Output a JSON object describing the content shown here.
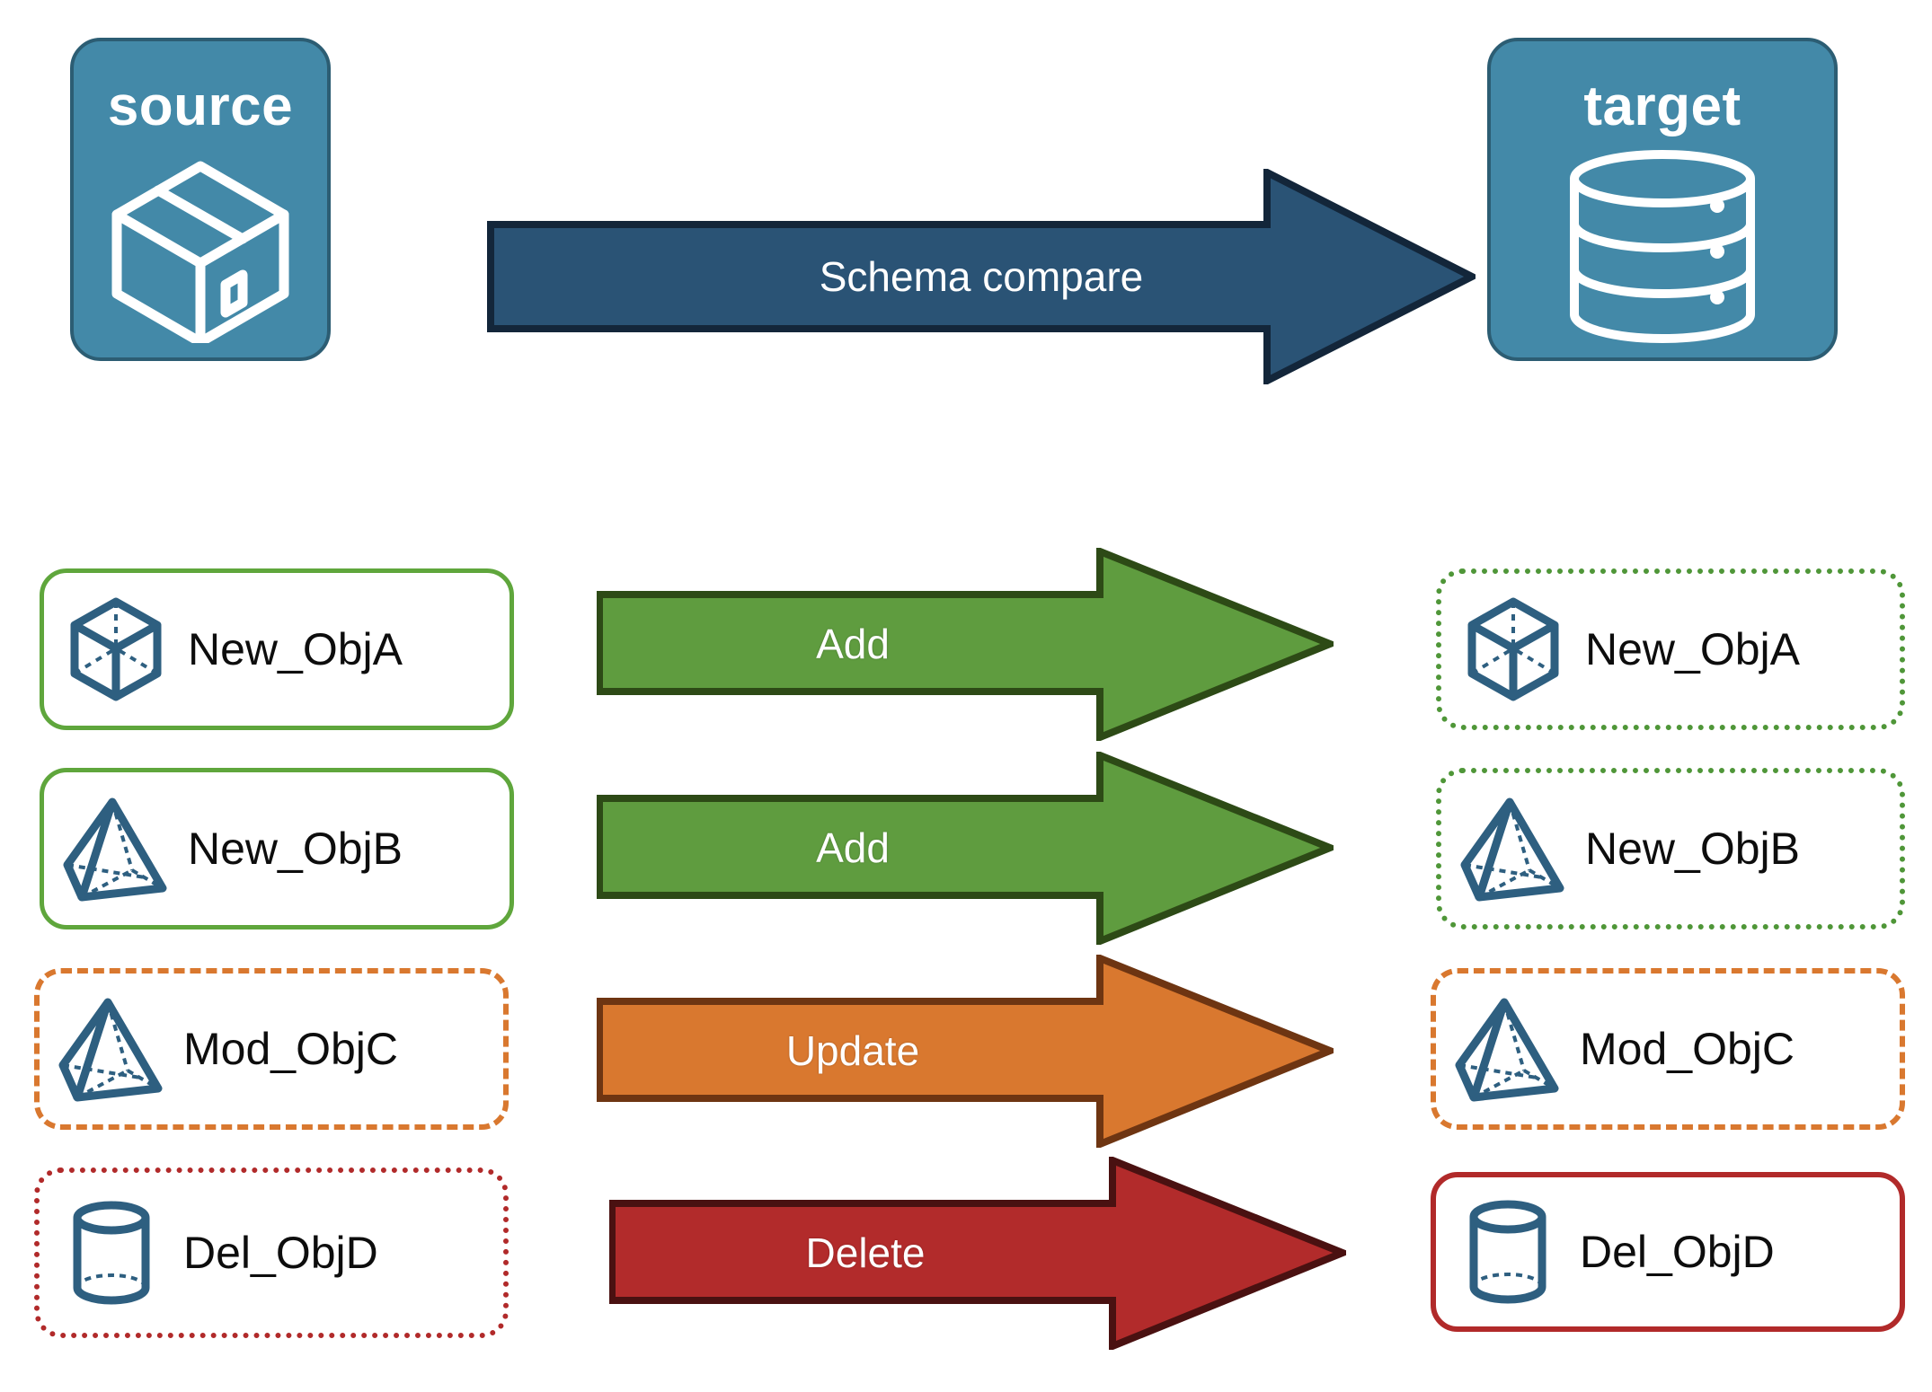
{
  "diagram": {
    "title": "Schema compare",
    "endpoints": [
      {
        "id": "source",
        "label": "source",
        "icon": "package-box-icon"
      },
      {
        "id": "target",
        "label": "target",
        "icon": "database-cylinder-icon"
      }
    ],
    "main_arrow": {
      "label": "Schema compare",
      "fill": "#2a5375",
      "stroke": "#13263a"
    },
    "rows": [
      {
        "action": "Add",
        "action_fill": "#5f9c3f",
        "action_stroke": "#2d4a16",
        "source": {
          "label": "New_ObjA",
          "icon": "wireframe-cube-icon",
          "border_style": "solid",
          "border_color": "#5fa63c"
        },
        "target": {
          "label": "New_ObjA",
          "icon": "wireframe-cube-icon",
          "border_style": "dotted",
          "border_color": "#4f9638"
        }
      },
      {
        "action": "Add",
        "action_fill": "#5f9c3f",
        "action_stroke": "#2d4a16",
        "source": {
          "label": "New_ObjB",
          "icon": "wireframe-pyramid-icon",
          "border_style": "solid",
          "border_color": "#5fa63c"
        },
        "target": {
          "label": "New_ObjB",
          "icon": "wireframe-pyramid-icon",
          "border_style": "dotted",
          "border_color": "#4f9638"
        }
      },
      {
        "action": "Update",
        "action_fill": "#d9782f",
        "action_stroke": "#6e3512",
        "source": {
          "label": "Mod_ObjC",
          "icon": "wireframe-pyramid-icon",
          "border_style": "dashed",
          "border_color": "#d9782f"
        },
        "target": {
          "label": "Mod_ObjC",
          "icon": "wireframe-pyramid-icon",
          "border_style": "dashed",
          "border_color": "#d9782f"
        }
      },
      {
        "action": "Delete",
        "action_fill": "#b22b2b",
        "action_stroke": "#4a1111",
        "source": {
          "label": "Del_ObjD",
          "icon": "wireframe-cylinder-icon",
          "border_style": "dotted",
          "border_color": "#b12a2a"
        },
        "target": {
          "label": "Del_ObjD",
          "icon": "wireframe-cylinder-icon",
          "border_style": "solid",
          "border_color": "#b12a2a"
        }
      }
    ],
    "colors": {
      "endpoint_fill": "#4389a8",
      "endpoint_stroke": "#2c5d73",
      "icon_blue": "#2e5f80",
      "background": "#ffffff"
    }
  }
}
